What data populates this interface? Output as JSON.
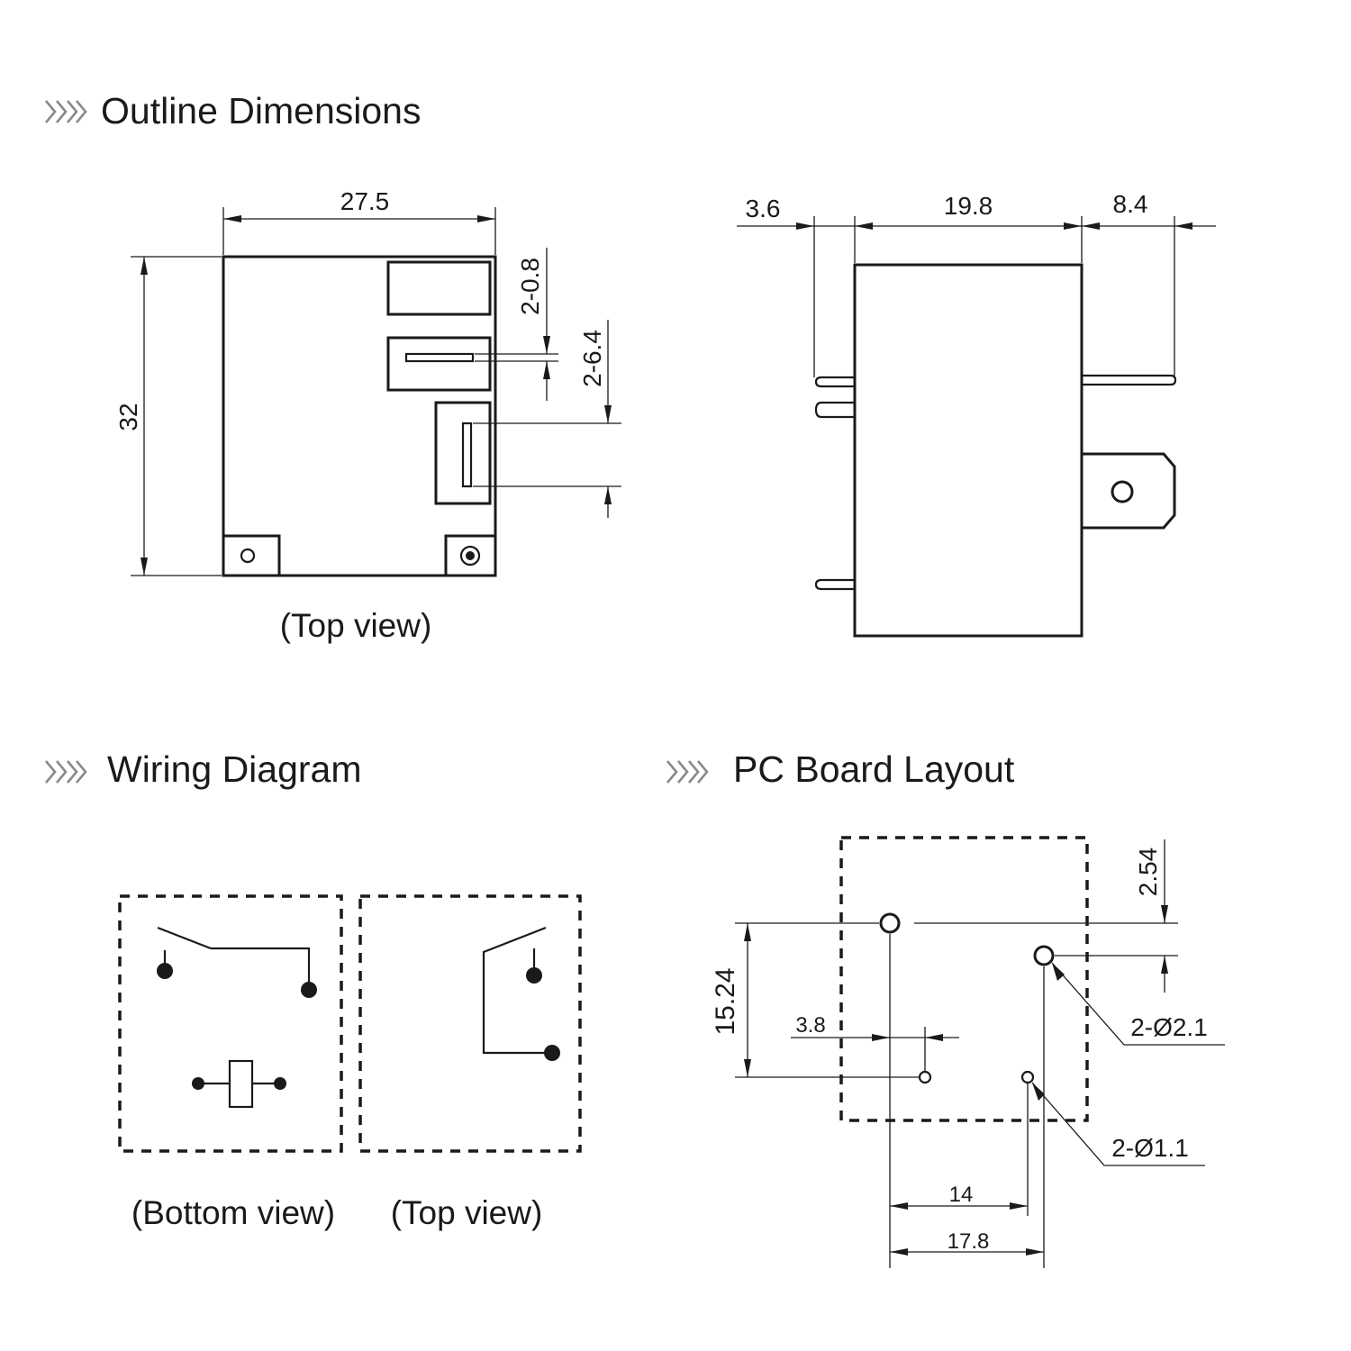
{
  "sections": {
    "outline": "Outline Dimensions",
    "wiring": "Wiring Diagram",
    "pcb": "PC Board Layout"
  },
  "icons": {
    "section_marker": "triple-chevron-icon"
  },
  "outline_top": {
    "width": "27.5",
    "height": "32",
    "pin_thickness": "2-0.8",
    "pin_width": "2-6.4",
    "caption": "(Top view)"
  },
  "outline_side": {
    "left_pin": "3.6",
    "body": "19.8",
    "right_pin": "8.4"
  },
  "wiring": {
    "bottom_caption": "(Bottom view)",
    "top_caption": "(Top view)"
  },
  "pcb": {
    "top_offset": "2.54",
    "height": "15.24",
    "left_offset": "3.8",
    "large_holes": "2-Ø2.1",
    "small_holes": "2-Ø1.1",
    "span_14": "14",
    "span_17_8": "17.8"
  },
  "colors": {
    "ink": "#1a1a1a",
    "marker": "#8a8a8a",
    "background": "#ffffff"
  }
}
